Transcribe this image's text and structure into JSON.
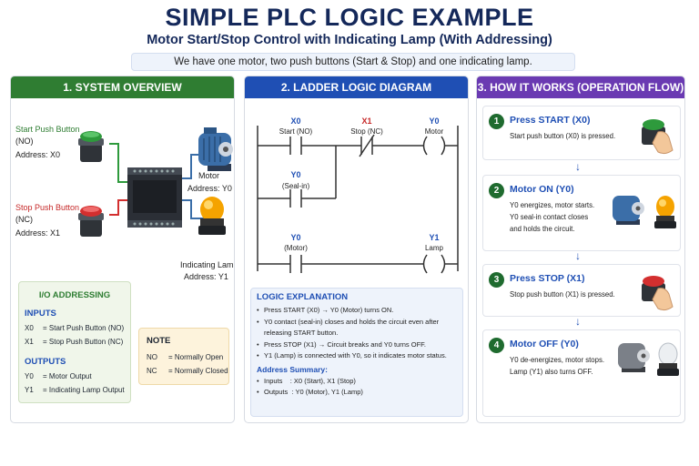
{
  "header": {
    "title": "SIMPLE PLC LOGIC EXAMPLE",
    "subtitle": "Motor Start/Stop Control with Indicating Lamp (With Addressing)",
    "intro": "We have one motor, two push buttons (Start & Stop) and one indicating lamp."
  },
  "overview": {
    "heading": "1. SYSTEM OVERVIEW",
    "start_button": {
      "title": "Start Push Button",
      "type": "(NO)",
      "address": "Address: X0"
    },
    "stop_button": {
      "title": "Stop Push Button",
      "type": "(NC)",
      "address": "Address: X1"
    },
    "plc_label": "PLC",
    "motor": {
      "title": "Motor",
      "address": "Address: Y0"
    },
    "lamp": {
      "title": "Indicating Lamp",
      "address": "Address: Y1"
    },
    "io": {
      "title": "I/O ADDRESSING",
      "inputs_heading": "INPUTS",
      "inputs": [
        {
          "addr": "X0",
          "desc": "= Start Push Button (NO)"
        },
        {
          "addr": "X1",
          "desc": "= Stop Push Button (NC)"
        }
      ],
      "outputs_heading": "OUTPUTS",
      "outputs": [
        {
          "addr": "Y0",
          "desc": "= Motor Output"
        },
        {
          "addr": "Y1",
          "desc": "= Indicating Lamp Output"
        }
      ]
    },
    "note": {
      "title": "NOTE",
      "rows": [
        {
          "abbr": "NO",
          "desc": "= Normally Open"
        },
        {
          "abbr": "NC",
          "desc": "= Normally Closed"
        }
      ]
    }
  },
  "ladder": {
    "heading": "2. LADDER LOGIC DIAGRAM",
    "rung1": {
      "x0_addr": "X0",
      "x0_name": "Start (NO)",
      "x1_addr": "X1",
      "x1_name": "Stop (NC)",
      "y0_addr": "Y0",
      "y0_name": "Motor",
      "seal_addr": "Y0",
      "seal_name": "(Seal-in)"
    },
    "rung2": {
      "y0_addr": "Y0",
      "y0_name": "(Motor)",
      "y1_addr": "Y1",
      "y1_name": "Lamp"
    },
    "explanation": {
      "title": "LOGIC EXPLANATION",
      "items": [
        "Press START (X0) → Y0 (Motor) turns ON.",
        "Y0 contact (seal-in) closes and holds the circuit even after",
        "Press STOP (X1) → Circuit breaks and Y0 turns OFF.",
        "Y1 (Lamp) is connected with Y0, so it indicates motor status."
      ],
      "item2_cont": "releasing START button.",
      "summary_title": "Address Summary:",
      "summary": [
        "Inputs    : X0 (Start), X1 (Stop)",
        "Outputs  : Y0 (Motor), Y1 (Lamp)"
      ]
    }
  },
  "flow": {
    "heading": "3. HOW IT WORKS (OPERATION FLOW)",
    "steps": [
      {
        "num": "1",
        "title": "Press START (X0)",
        "lines": [
          "Start push button (X0) is pressed."
        ]
      },
      {
        "num": "2",
        "title": "Motor ON (Y0)",
        "lines": [
          "Y0 energizes, motor starts.",
          "Y0 seal-in contact closes",
          "and holds the circuit."
        ]
      },
      {
        "num": "3",
        "title": "Press STOP (X1)",
        "lines": [
          "Stop push button (X1) is pressed."
        ]
      },
      {
        "num": "4",
        "title": "Motor OFF (Y0)",
        "lines": [
          "Y0 de-energizes, motor stops.",
          "Lamp (Y1) also turns OFF."
        ]
      }
    ]
  },
  "colors": {
    "overview_header": "#2f7d32",
    "ladder_header": "#1f4fb4",
    "flow_header": "#6a3ab2",
    "start_button": "#2e9a3c",
    "stop_button": "#d32f2f",
    "lamp": "#f5a300",
    "motor": "#3b6ea8"
  }
}
